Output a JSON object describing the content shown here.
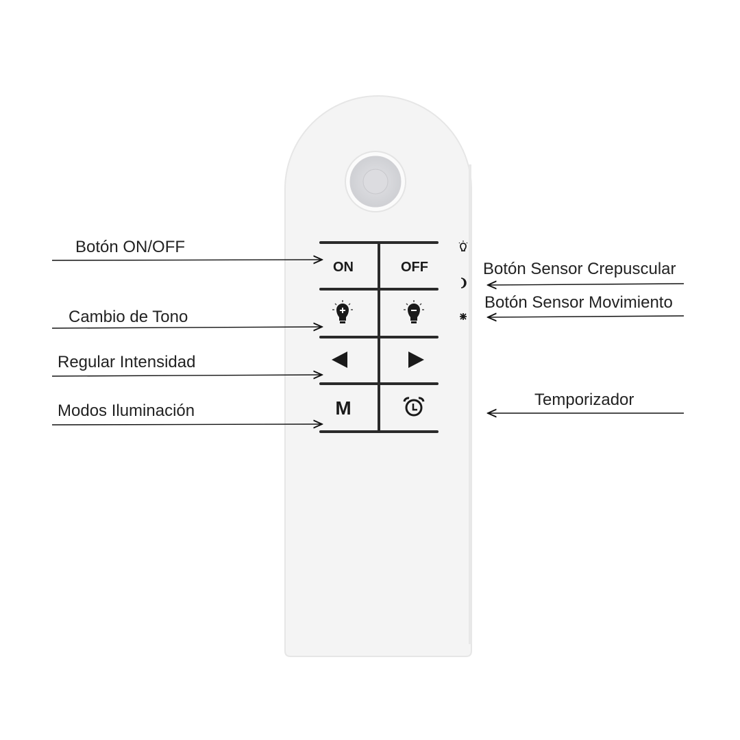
{
  "device": {
    "body_color": "#f4f4f4",
    "buttons": [
      {
        "label": "ON",
        "icon": "on-text"
      },
      {
        "label": "OFF",
        "icon": "off-text"
      },
      {
        "label": "",
        "icon": "bulb-plus-icon"
      },
      {
        "label": "",
        "icon": "bulb-minus-icon"
      },
      {
        "label": "",
        "icon": "dim-down-triangle-icon"
      },
      {
        "label": "",
        "icon": "dim-up-triangle-icon"
      },
      {
        "label": "M",
        "icon": "mode-text"
      },
      {
        "label": "",
        "icon": "alarm-clock-icon"
      }
    ],
    "side_switch_icons": [
      "bulb-icon",
      "moon-icon",
      "star-icon"
    ]
  },
  "callouts": {
    "left": [
      {
        "text": "Botón ON/OFF"
      },
      {
        "text": "Cambio de Tono"
      },
      {
        "text": "Regular Intensidad"
      },
      {
        "text": "Modos Iluminación"
      }
    ],
    "right": [
      {
        "text": "Botón Sensor Crepuscular"
      },
      {
        "text": "Botón Sensor Movimiento"
      },
      {
        "text": "Temporizador"
      }
    ]
  }
}
